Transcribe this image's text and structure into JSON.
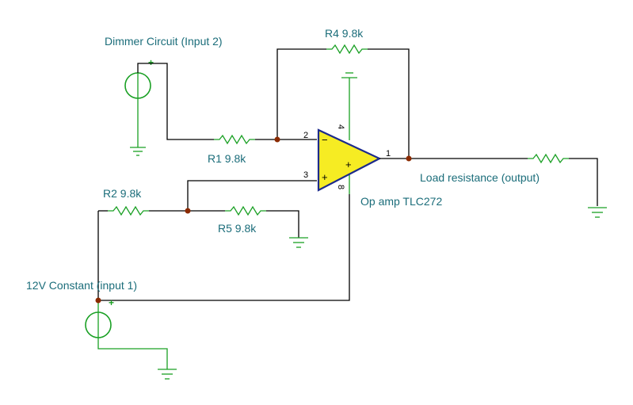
{
  "labels": {
    "dimmer": "Dimmer Circuit (Input 2)",
    "r4": "R4 9.8k",
    "r1": "R1 9.8k",
    "r2": "R2 9.8k",
    "r5": "R5 9.8k",
    "load": "Load resistance (output)",
    "opamp": "Op amp TLC272",
    "v12": "12V Constant (input 1)"
  },
  "pins": {
    "p1": "1",
    "p2": "2",
    "p3": "3",
    "p4": "4",
    "p8": "8"
  },
  "signs": {
    "minus": "−",
    "plus": "+",
    "src_plus": "+"
  },
  "colors": {
    "wire": "#000000",
    "component": "#1aa024",
    "opamp_fill": "#f6ec23",
    "opamp_outline": "#1c2a8c",
    "label": "#1b6d7a",
    "junction": "#8b2a00"
  }
}
